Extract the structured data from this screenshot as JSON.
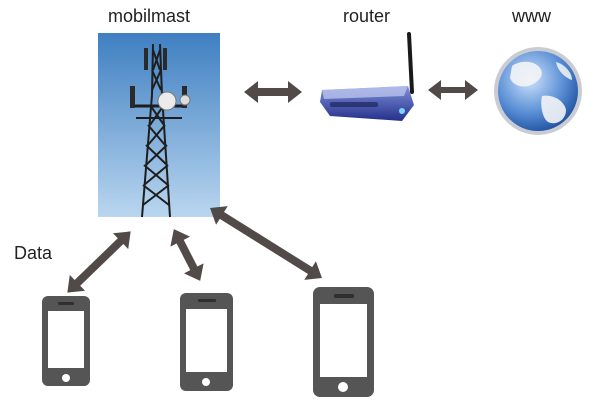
{
  "nodes": {
    "mast": {
      "label": "mobilmast",
      "icon": "cell-tower-photo"
    },
    "router": {
      "label": "router",
      "icon": "wireless-router-icon"
    },
    "www": {
      "label": "www",
      "icon": "globe-icon"
    }
  },
  "link_label": "Data",
  "devices": [
    {
      "icon": "smartphone-icon"
    },
    {
      "icon": "smartphone-icon"
    },
    {
      "icon": "smartphone-icon"
    }
  ],
  "colors": {
    "arrow": "#524a49",
    "phone_frame": "#555555",
    "phone_screen": "#ffffff",
    "sky_top": "#3f7fc2",
    "sky_bottom": "#b9d6ef",
    "router_body": "#2d3a8e",
    "globe_ocean": "#3b74c9"
  }
}
